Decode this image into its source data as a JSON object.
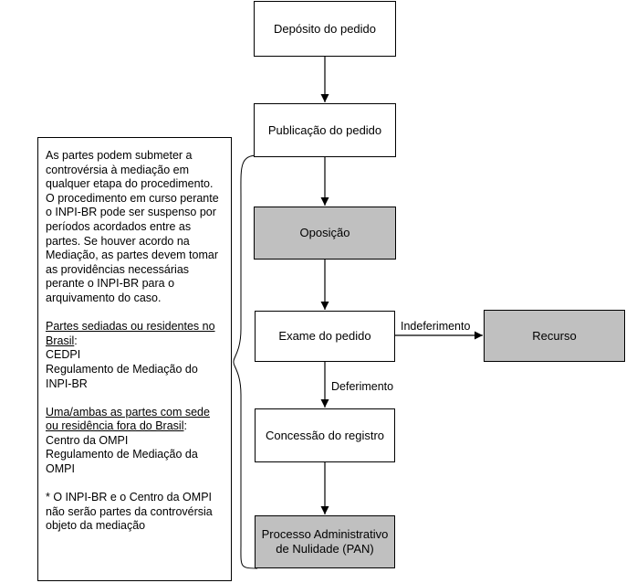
{
  "flow": {
    "deposito": "Depósito do pedido",
    "publicacao": "Publicação do pedido",
    "oposicao": "Oposição",
    "exame": "Exame do pedido",
    "recurso": "Recurso",
    "concessao": "Concessão do registro",
    "pan_line1": "Processo Administrativo",
    "pan_line2": "de Nulidade (PAN)",
    "label_indeferimento": "Indeferimento",
    "label_deferimento": "Deferimento"
  },
  "note": {
    "intro": "As partes podem submeter a controvérsia à mediação em qualquer etapa do procedimento. O procedimento em curso perante o INPI-BR pode ser suspenso por períodos acordados entre as partes. Se houver acordo na Mediação, as partes devem tomar as providências necessárias perante o INPI-BR para o arquivamento do caso.",
    "brasil_heading": "Partes sediadas ou residentes no Brasil",
    "brasil_line1": "CEDPI",
    "brasil_line2": "Regulamento de Mediação do INPI-BR",
    "fora_heading": "Uma/ambas as partes com sede ou residência fora do Brasil",
    "fora_line1": "Centro da OMPI",
    "fora_line2": "Regulamento de Mediação da OMPI",
    "footnote": "* O INPI-BR  e o Centro da OMPI não serão partes da controvérsia objeto da mediação"
  },
  "colors": {
    "box_fill": "#ffffff",
    "highlight_fill": "#c0c0c0",
    "stroke": "#000000"
  }
}
